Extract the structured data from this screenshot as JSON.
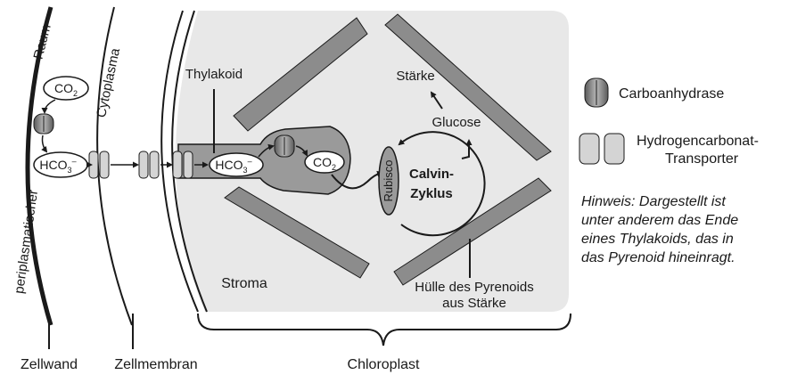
{
  "labels": {
    "raum": "Raum",
    "periplasmatischer": "periplasmatischer",
    "cytoplasma": "Cytoplasma",
    "thylakoid": "Thylakoid",
    "staerke": "Stärke",
    "glucose": "Glucose",
    "calvin_line1": "Calvin-",
    "calvin_line2": "Zyklus",
    "rubisco": "Rubisco",
    "stroma": "Stroma",
    "huelle_line1": "Hülle des Pyrenoids",
    "huelle_line2": "aus Stärke",
    "zellwand": "Zellwand",
    "zellmembran": "Zellmembran",
    "chloroplast": "Chloroplast"
  },
  "molecules": {
    "co2_outer": {
      "base": "CO",
      "sub": "2"
    },
    "hco3_outer": {
      "base": "HCO",
      "sub": "3",
      "sup": "–"
    },
    "hco3_inner": {
      "base": "HCO",
      "sub": "3",
      "sup": "–"
    },
    "co2_inner": {
      "base": "CO",
      "sub": "2"
    }
  },
  "legend": {
    "carboanhydrase": "Carboanhydrase",
    "transporter_line1": "Hydrogencarbonat-",
    "transporter_line2": "Transporter"
  },
  "note": {
    "line1": "Hinweis: Dargestellt ist",
    "line2": "unter anderem das Ende",
    "line3": "eines Thylakoids, das in",
    "line4": "das Pyrenoid hineinragt."
  },
  "colors": {
    "chloroplast_fill": "#e8e8e8",
    "stroke": "#1a1a1a",
    "starch_fill": "#8c8c8c",
    "thylakoid_fill": "#9a9a9a",
    "transporter_fill": "#d4d4d4",
    "enzyme_fill": "#7a7a7a"
  }
}
